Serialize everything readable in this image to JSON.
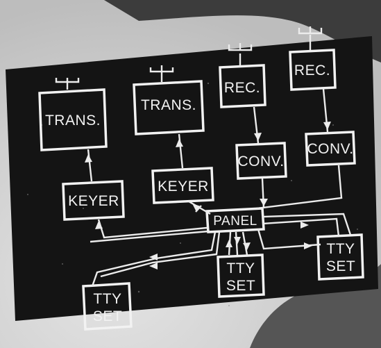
{
  "diagram": {
    "blocks": {
      "trans_1": "TRANS.",
      "trans_2": "TRANS.",
      "rec_1": "REC.",
      "rec_2": "REC.",
      "keyer_1": "KEYER",
      "keyer_2": "KEYER",
      "conv_1": "CONV.",
      "conv_2": "CONV.",
      "panel": "PANEL",
      "tty_set_left": [
        "TTY",
        "SET"
      ],
      "tty_set_center": [
        "TTY",
        "SET"
      ],
      "tty_set_right": [
        "TTY",
        "SET"
      ]
    },
    "icons": [
      "antenna-icon",
      "antenna-icon",
      "antenna-icon",
      "antenna-icon"
    ],
    "colors": {
      "board": "#141414",
      "lines": "#f2f2f2",
      "background_light": "#d6d6d6",
      "background_dark": "#4a4a4a"
    }
  }
}
